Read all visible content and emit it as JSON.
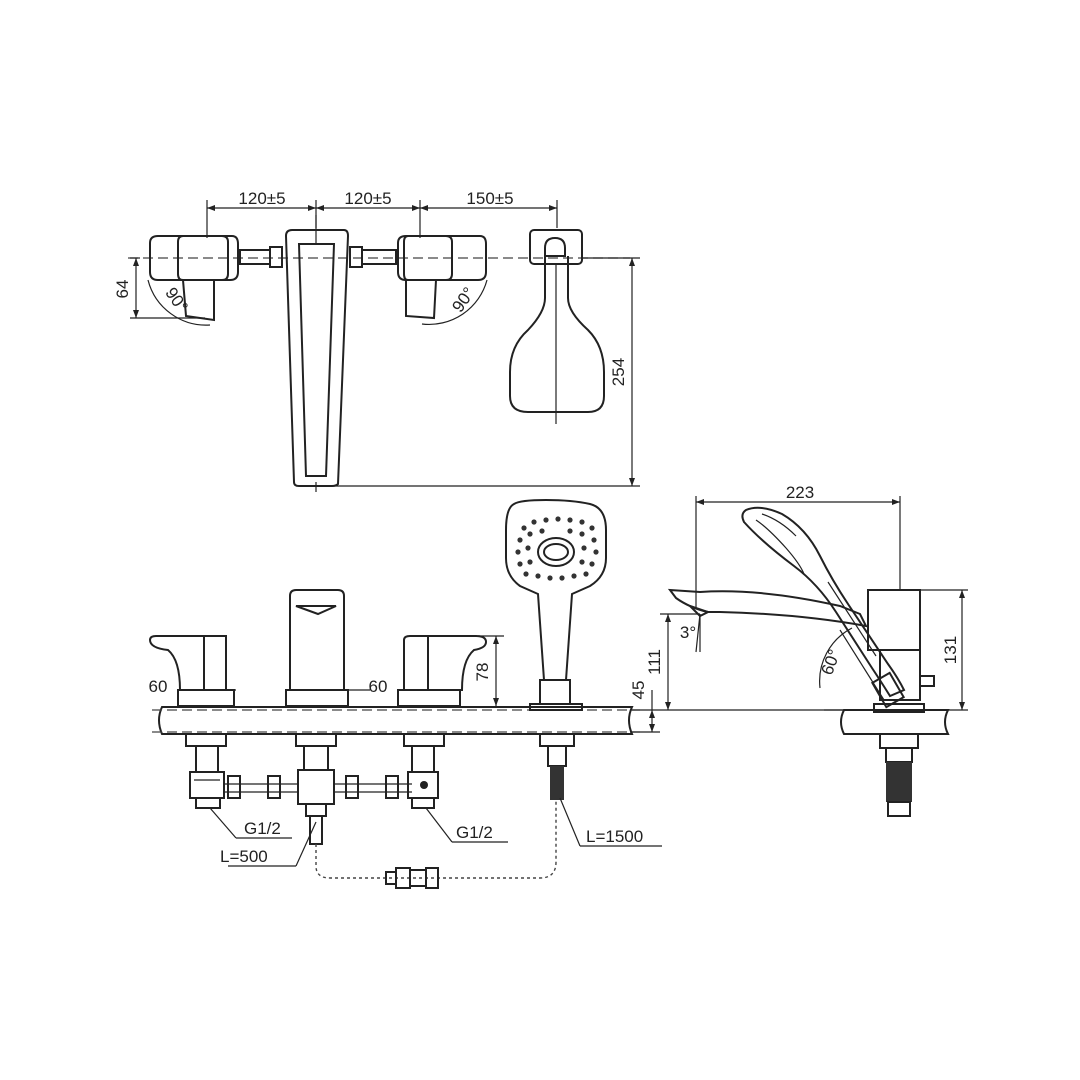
{
  "top_view": {
    "dim_spacing_1": "120±5",
    "dim_spacing_2": "120±5",
    "dim_spacing_3": "150±5",
    "dim_depth": "64",
    "angle_left": "90°",
    "angle_right": "90°",
    "dim_total_depth": "254"
  },
  "front_view": {
    "handle_left_height": "60",
    "spout_height": "60",
    "handle_right_height": "78",
    "deck_thickness": "45",
    "thread_left": "G1/2",
    "thread_right": "G1/2",
    "hose_spout": "L=500",
    "hose_shower": "L=1500"
  },
  "side_view": {
    "dim_length": "223",
    "dim_spout_height": "111",
    "dim_overall_height": "131",
    "angle_spout": "3°",
    "angle_holder": "60°"
  }
}
